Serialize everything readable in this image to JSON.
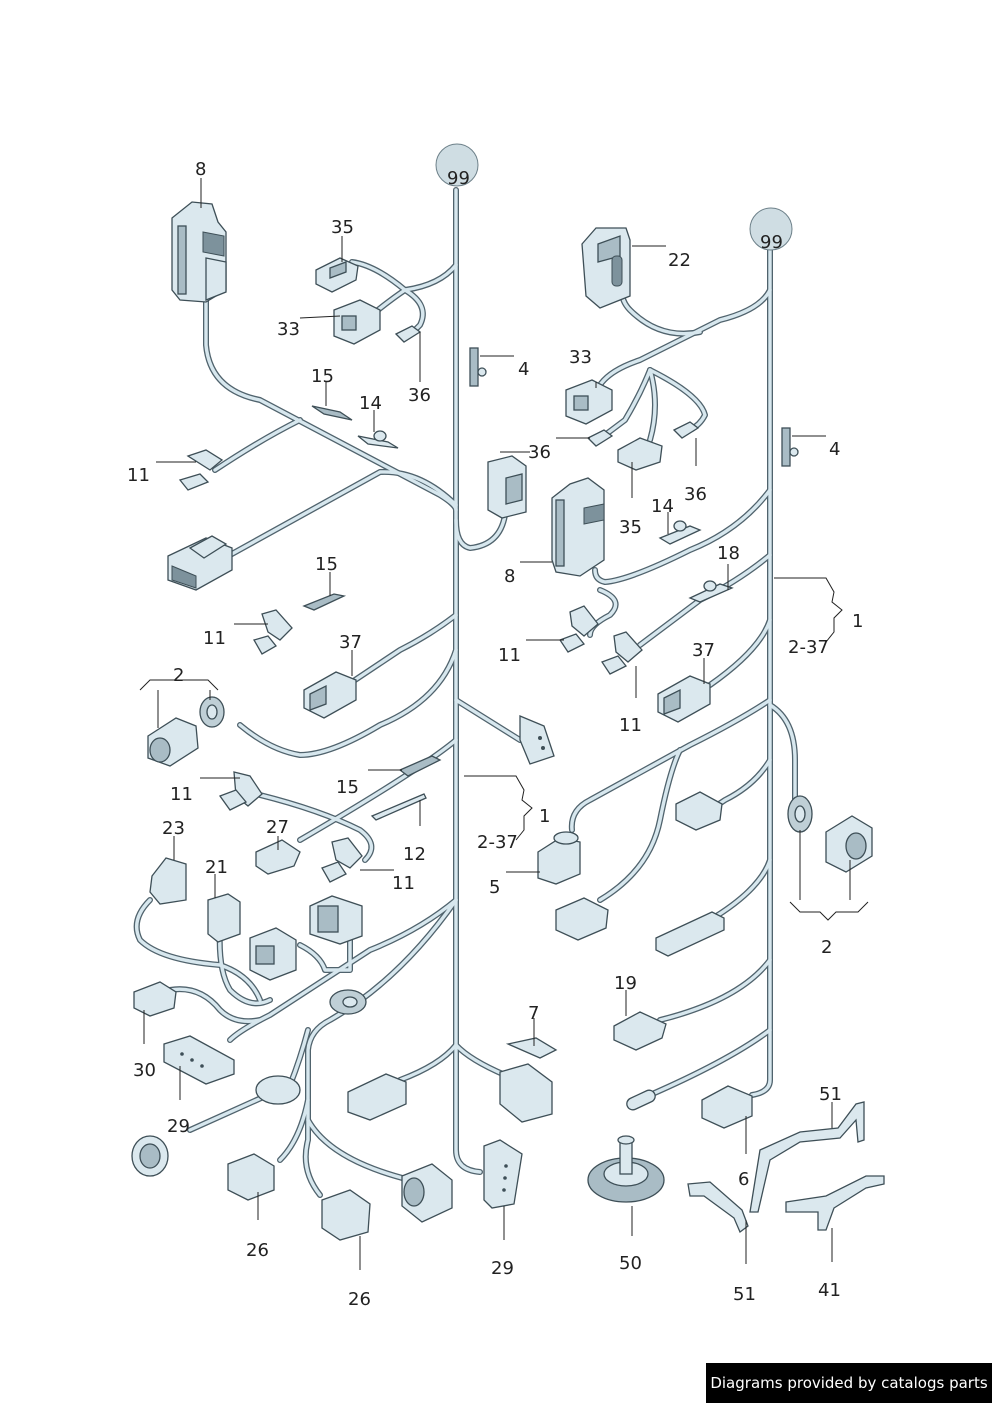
{
  "diagram": {
    "labels": {
      "l99a": "99",
      "l99b": "99",
      "l8a": "8",
      "l8b": "8",
      "l35a": "35",
      "l35b": "35",
      "l33a": "33",
      "l33b": "33",
      "l36a": "36",
      "l36b": "36",
      "l36c": "36",
      "l4a": "4",
      "l4b": "4",
      "l15a": "15",
      "l15b": "15",
      "l15c": "15",
      "l14a": "14",
      "l14b": "14",
      "l11a": "11",
      "l11b": "11",
      "l11c": "11",
      "l11d": "11",
      "l11e": "11",
      "l11f": "11",
      "l22": "22",
      "l18": "18",
      "l1a": "1",
      "l1b": "1",
      "l237a": "2-37",
      "l237b": "2-37",
      "l37a": "37",
      "l37b": "37",
      "l2a": "2",
      "l2b": "2",
      "l12": "12",
      "l23": "23",
      "l21": "21",
      "l27": "27",
      "l5": "5",
      "l19": "19",
      "l7": "7",
      "l30": "30",
      "l29a": "29",
      "l29b": "29",
      "l26a": "26",
      "l26b": "26",
      "l6": "6",
      "l50": "50",
      "l51a": "51",
      "l51b": "51",
      "l41": "41"
    }
  },
  "footer": {
    "credit": "Diagrams provided by catalogs parts"
  },
  "colors": {
    "wire": "#50636d",
    "part_fill": "#dbe8ee",
    "badge_bg": "#000000"
  }
}
